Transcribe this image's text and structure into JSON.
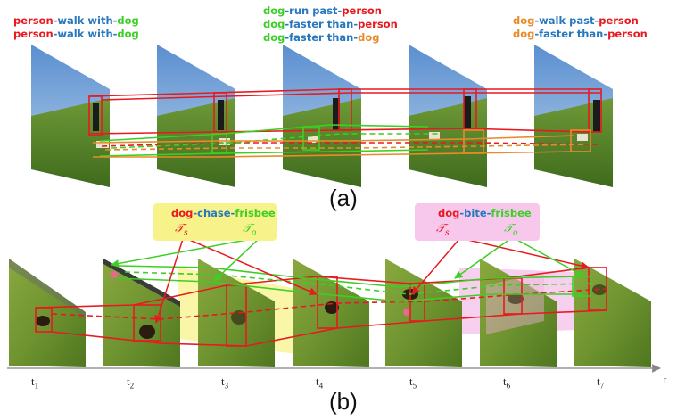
{
  "colors": {
    "person": "#e8191f",
    "dog": "#3ccf25",
    "predicate": "#2878bf",
    "dog_orange": "#e98b2a",
    "frisbee": "#3ccf25",
    "box_yellow": "#f7f38a",
    "box_pink": "#f7c8ec"
  },
  "panel_a": {
    "label": "(a)",
    "groups": [
      {
        "lines": [
          [
            {
              "t": "person",
              "c": "person"
            },
            {
              "t": "-walk with-",
              "c": "predicate"
            },
            {
              "t": "dog",
              "c": "dog"
            }
          ],
          [
            {
              "t": "person",
              "c": "person"
            },
            {
              "t": "-walk with-",
              "c": "predicate"
            },
            {
              "t": "dog",
              "c": "dog"
            }
          ]
        ]
      },
      {
        "lines": [
          [
            {
              "t": "dog",
              "c": "dog"
            },
            {
              "t": "-run past-",
              "c": "predicate"
            },
            {
              "t": "person",
              "c": "person"
            }
          ],
          [
            {
              "t": "dog",
              "c": "dog"
            },
            {
              "t": "-faster than-",
              "c": "predicate"
            },
            {
              "t": "person",
              "c": "person"
            }
          ],
          [
            {
              "t": "dog",
              "c": "dog"
            },
            {
              "t": "-faster than-",
              "c": "predicate"
            },
            {
              "t": "dog",
              "c": "dog_orange"
            }
          ]
        ]
      },
      {
        "lines": [
          [
            {
              "t": "dog",
              "c": "dog_orange"
            },
            {
              "t": "-walk past-",
              "c": "predicate"
            },
            {
              "t": "person",
              "c": "person"
            }
          ],
          [
            {
              "t": "dog",
              "c": "dog_orange"
            },
            {
              "t": "-faster than-",
              "c": "predicate"
            },
            {
              "t": "person",
              "c": "person"
            }
          ]
        ]
      }
    ]
  },
  "panel_b": {
    "label": "(b)",
    "box1": {
      "relation": [
        {
          "t": "dog",
          "c": "person"
        },
        {
          "t": "-chase-",
          "c": "predicate"
        },
        {
          "t": "frisbee",
          "c": "frisbee"
        }
      ],
      "subject_symbol": "𝒯",
      "subject_sub": "s",
      "object_symbol": "𝒯",
      "object_sub": "o"
    },
    "box2": {
      "relation": [
        {
          "t": "dog",
          "c": "person"
        },
        {
          "t": "-bite-",
          "c": "predicate"
        },
        {
          "t": "frisbee",
          "c": "frisbee"
        }
      ],
      "subject_symbol": "𝒯",
      "subject_sub": "s",
      "object_symbol": "𝒯",
      "object_sub": "o"
    },
    "time_ticks": [
      {
        "base": "t",
        "sub": "1"
      },
      {
        "base": "t",
        "sub": "2"
      },
      {
        "base": "t",
        "sub": "3"
      },
      {
        "base": "t",
        "sub": "4"
      },
      {
        "base": "t",
        "sub": "5"
      },
      {
        "base": "t",
        "sub": "6"
      },
      {
        "base": "t",
        "sub": "7"
      }
    ],
    "time_axis_label": "t"
  }
}
